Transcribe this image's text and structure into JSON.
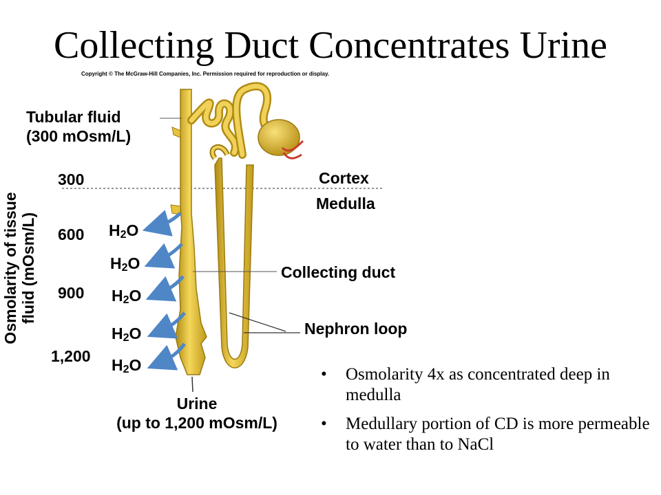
{
  "title": "Collecting Duct Concentrates Urine",
  "copyright": "Copyright © The McGraw-Hill Companies, Inc. Permission required for reproduction or display.",
  "labels": {
    "tubular_fluid_line1": "Tubular fluid",
    "tubular_fluid_line2": "(300 mOsm/L)",
    "cortex": "Cortex",
    "medulla": "Medulla",
    "collecting_duct": "Collecting duct",
    "nephron_loop": "Nephron loop",
    "urine_line1": "Urine",
    "urine_line2": "(up to 1,200 mOsm/L)"
  },
  "y_axis": {
    "line1": "Osmolarity of tissue",
    "line2": "fluid (mOsm/L)",
    "ticks": [
      "300",
      "600",
      "900",
      "1,200"
    ]
  },
  "water": {
    "base": "H",
    "sub": "2",
    "tail": "O"
  },
  "bullets": [
    "Osmolarity 4x as concentrated deep in medulla",
    "Medullary portion of CD is more permeable to water than to NaCl"
  ],
  "colors": {
    "tubule_fill": "#e8c33a",
    "tubule_stroke": "#9a7a10",
    "arrow": "#4f86c6",
    "vessel": "#cc3a2a"
  }
}
